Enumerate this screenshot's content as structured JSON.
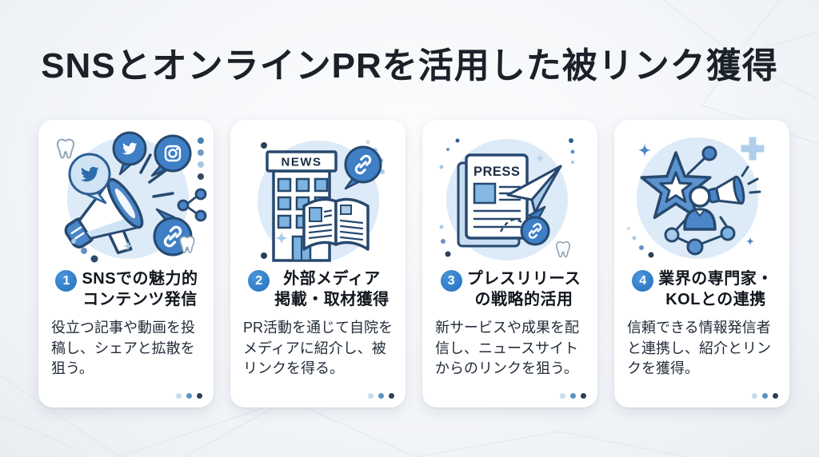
{
  "page": {
    "title": "SNSとオンラインPRを活用した被リンク獲得"
  },
  "palette": {
    "accent_blue": "#2d7dc8",
    "navy_outline": "#27496f",
    "mid_blue": "#4a86c8",
    "light_blue": "#aecfeb",
    "pale_circle_bg": "#ddeaf7",
    "card_bg": "#ffffff",
    "page_bg": "#eef1f6",
    "title_text": "#1b2129",
    "body_text": "#222c39",
    "pager_dots": [
      "#c7dcee",
      "#5e90c5",
      "#2c3f58"
    ]
  },
  "cards": [
    {
      "number": "1",
      "illustration": "sns-megaphone",
      "heading_lines": [
        "SNSでの魅力的",
        "コンテンツ発信"
      ],
      "body": "役立つ記事や動画を投稿し、シェアと拡散を狙う。"
    },
    {
      "number": "2",
      "illustration": "news-media-building",
      "illustration_label": "NEWS",
      "heading_lines": [
        "外部メディア",
        "掲載・取材獲得"
      ],
      "body": "PR活動を通じて自院をメディアに紹介し、被リンクを得る。"
    },
    {
      "number": "3",
      "illustration": "press-release-plane",
      "illustration_label": "PRESS",
      "heading_lines": [
        "プレスリリース",
        "の戦略的活用"
      ],
      "body": "新サービスや成果を配信し、ニュースサイトからのリンクを狙う。"
    },
    {
      "number": "4",
      "illustration": "expert-kol-star",
      "heading_lines": [
        "業界の専門家・",
        "KOLとの連携"
      ],
      "body": "信頼できる情報発信者と連携し、紹介とリンクを獲得。"
    }
  ]
}
